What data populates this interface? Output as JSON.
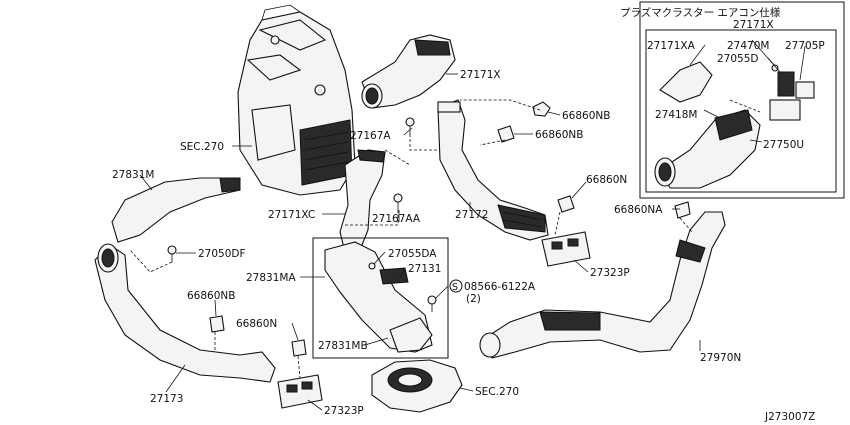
{
  "diagram": {
    "ref_code": "J273007Z",
    "inset": {
      "title": "プラズマクラスター エアコン仕様",
      "part": "27171X",
      "labels": {
        "p27171XA": "27171XA",
        "p27470M": "27470M",
        "p27705P": "27705P",
        "p27055D": "27055D",
        "p27418M": "27418M",
        "p27750U": "27750U"
      }
    },
    "labels": {
      "sec270_top": "SEC.270",
      "p27171X": "27171X",
      "p66860NB_a": "66860NB",
      "p27167A": "27167A",
      "p66860NB_b": "66860NB",
      "p27831M": "27831M",
      "p66860N_a": "66860N",
      "p27171XC": "27171XC",
      "p27167AA": "27167AA",
      "p27172": "27172",
      "p66860NA": "66860NA",
      "p27050DF": "27050DF",
      "p27055DA": "27055DA",
      "p27131": "27131",
      "p27831MA": "27831MA",
      "p27323P_a": "27323P",
      "p08566": "08566-6122A",
      "p08566_qty": "(2)",
      "screw_symbol": "S",
      "p66860NB_c": "66860NB",
      "p66860N_b": "66860N",
      "p27831MB": "27831MB",
      "p27970N": "27970N",
      "sec270_bottom": "SEC.270",
      "p27173": "27173",
      "p27323P_b": "27323P"
    }
  }
}
